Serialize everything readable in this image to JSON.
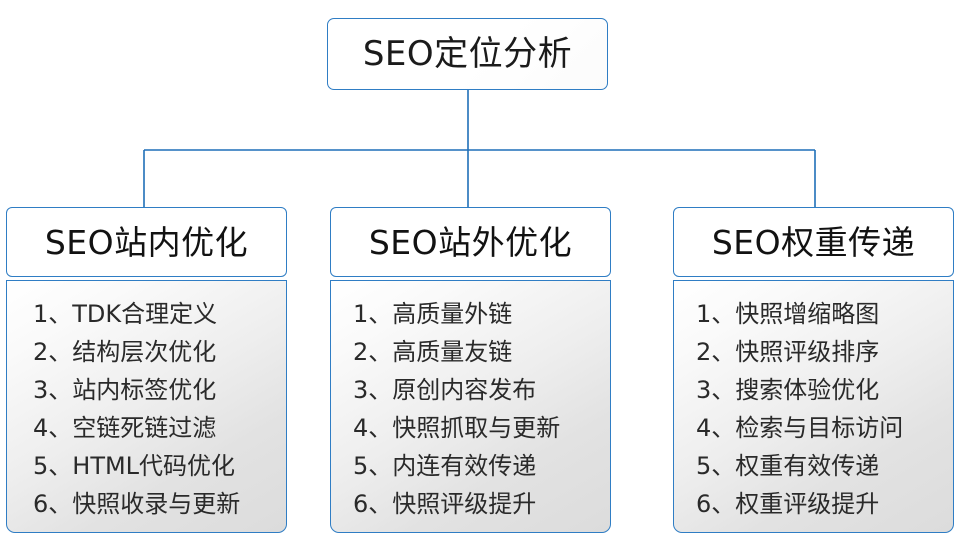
{
  "theme": {
    "border_color": "#2f7dc4",
    "connector_color": "#1f6fb8",
    "text_color": "#1b1b1b",
    "panel_text_color": "#2a2a2a",
    "background": "#ffffff"
  },
  "root": {
    "title": "SEO定位分析"
  },
  "columns": [
    {
      "header": "SEO站内优化",
      "items": [
        "1、TDK合理定义",
        "2、结构层次优化",
        "3、站内标签优化",
        "4、空链死链过滤",
        "5、HTML代码优化",
        "6、快照收录与更新"
      ]
    },
    {
      "header": "SEO站外优化",
      "items": [
        "1、高质量外链",
        "2、高质量友链",
        "3、原创内容发布",
        "4、快照抓取与更新",
        "5、内连有效传递",
        "6、快照评级提升"
      ]
    },
    {
      "header": "SEO权重传递",
      "items": [
        "1、快照增缩略图",
        "2、快照评级排序",
        "3、搜索体验优化",
        "4、检索与目标访问",
        "5、权重有效传递",
        "6、权重评级提升"
      ]
    }
  ]
}
